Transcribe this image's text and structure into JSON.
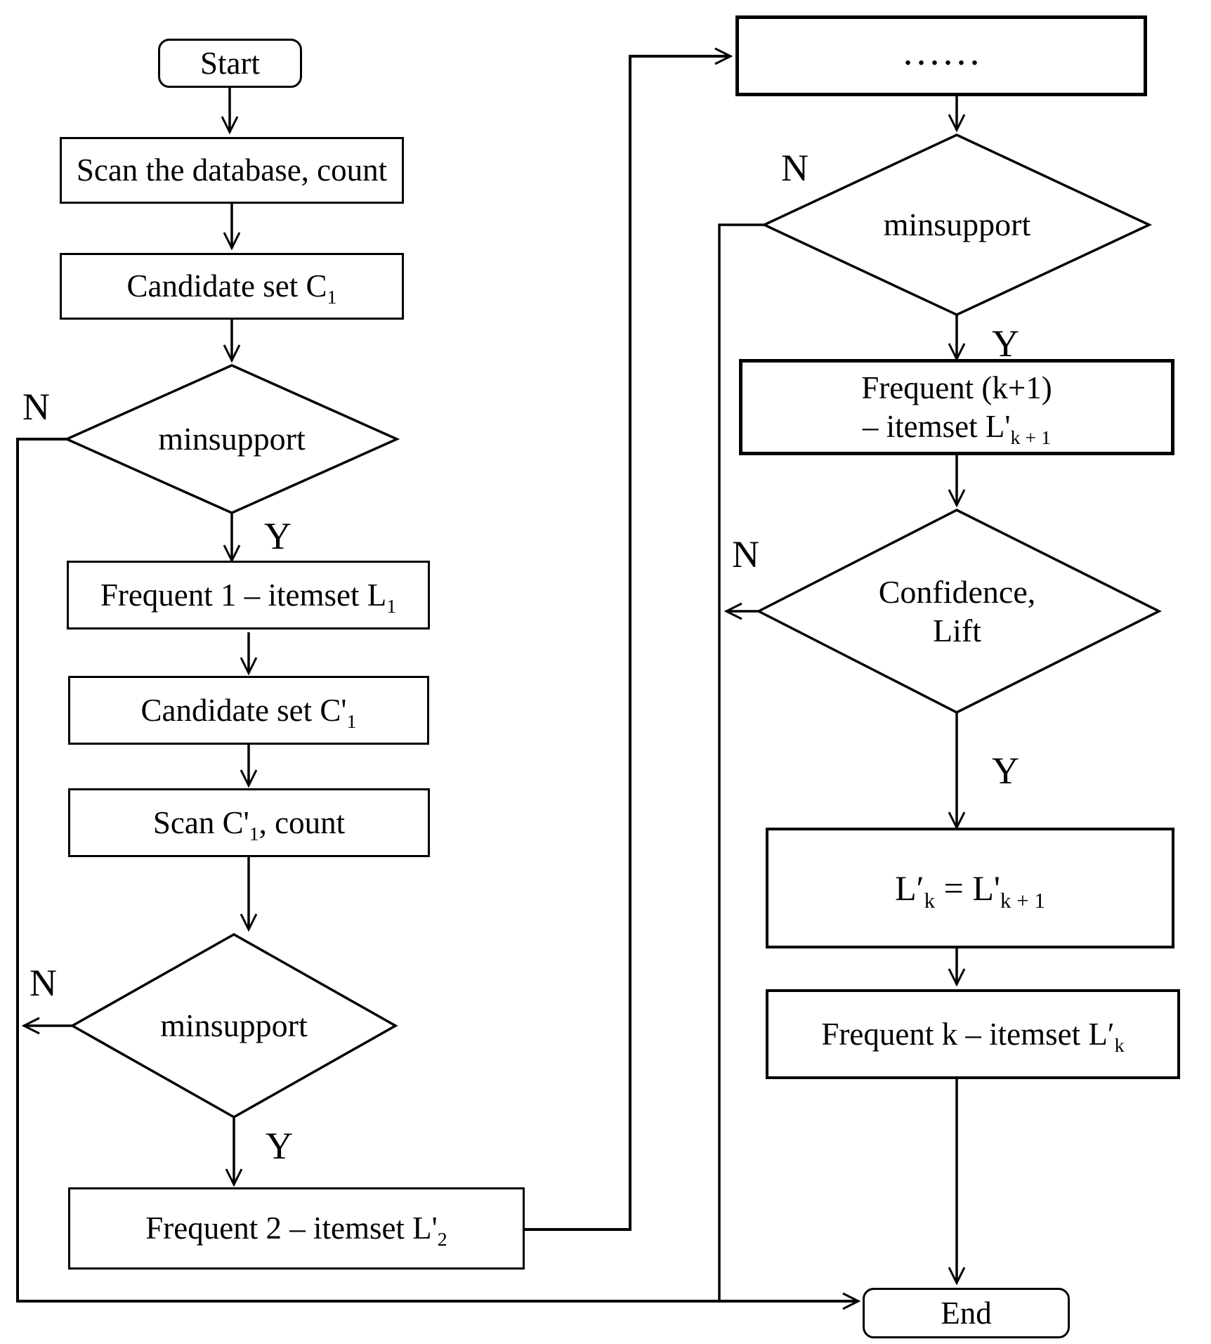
{
  "nodes": {
    "start": {
      "label": "Start"
    },
    "scan_db": {
      "label": "Scan the database, count"
    },
    "cand_c1": {
      "p1": "Candidate set C",
      "sub1": "1"
    },
    "d1": {
      "label": "minsupport"
    },
    "freq1": {
      "p1": "Frequent 1 – itemset L",
      "sub1": "1"
    },
    "cand_c1p": {
      "p1": "Candidate set C'",
      "sub1": "1"
    },
    "scan_c1p": {
      "p1": "Scan C'",
      "sub1": "1",
      "p2": ", count"
    },
    "d2": {
      "label": "minsupport"
    },
    "freq2": {
      "p1": "Frequent 2 – itemset L'",
      "sub1": "2"
    },
    "dots": {
      "label": "......"
    },
    "d3": {
      "label": "minsupport"
    },
    "freqk1": {
      "line1": "Frequent (k+1)",
      "p1": "– itemset  L'",
      "sub1": "k + 1"
    },
    "d4": {
      "line1": "Confidence,",
      "line2": "Lift"
    },
    "lk_eq": {
      "p1": "L′",
      "sub1": "k",
      "p2": " =  L'",
      "sub2": "k + 1"
    },
    "freqk": {
      "p1": "Frequent k – itemset L′",
      "sub1": "k"
    },
    "end": {
      "label": "End"
    }
  },
  "edge_labels": {
    "n1": "N",
    "y1": "Y",
    "n2": "N",
    "y2": "Y",
    "n3": "N",
    "y3": "Y",
    "n4": "N",
    "y4": "Y"
  },
  "colors": {
    "stroke": "#000000",
    "background": "#ffffff"
  }
}
